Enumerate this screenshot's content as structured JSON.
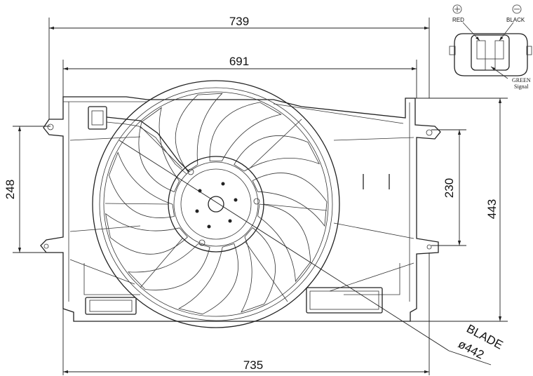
{
  "dimensions": {
    "top_width": "739",
    "inner_width": "691",
    "bottom_width": "735",
    "left_height": "248",
    "right_height_inner": "230",
    "right_height_total": "443",
    "blade_label": "BLADE",
    "blade_diameter": "ø442"
  },
  "connector": {
    "plus_symbol": "⊕",
    "minus_symbol": "⊖",
    "red_label": "RED",
    "black_label": "BLACK",
    "green_label": "GREEN",
    "signal_label": "Signal"
  },
  "colors": {
    "ink": "#222222",
    "background": "#ffffff"
  }
}
